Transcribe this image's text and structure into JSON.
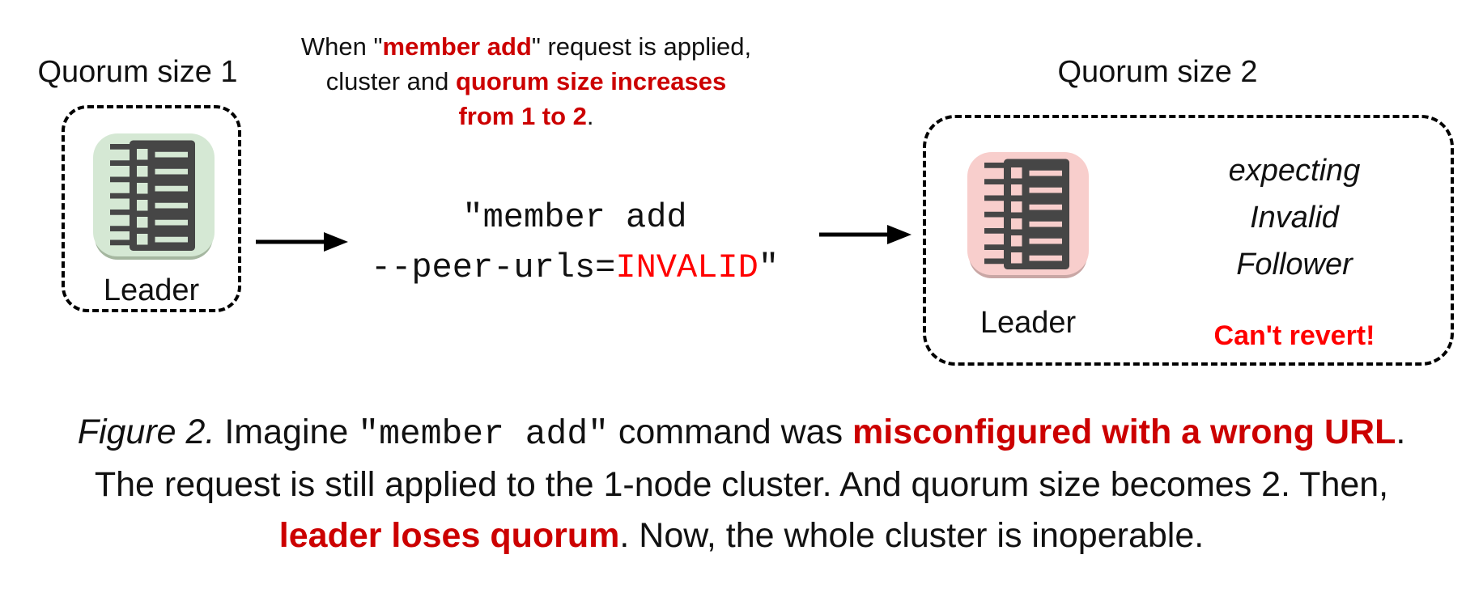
{
  "colors": {
    "dark_red": "#cc0000",
    "bright_red": "#ff0000",
    "node_green": "#d5e8d4",
    "node_pink": "#f8cecc",
    "icon_glyph_gray": "#464646",
    "text_black": "#111111"
  },
  "diagram": {
    "left_cluster": {
      "title": "Quorum size 1",
      "node_label": "Leader",
      "node_icon": "server-list-icon"
    },
    "note": {
      "line1": {
        "s1": "When \"",
        "s2": "member add",
        "s3": "\" request is applied,"
      },
      "line2": {
        "s1": "cluster and ",
        "s2": "quorum size increases"
      },
      "line3": {
        "s1": "from 1 to 2",
        "s2": "."
      }
    },
    "command": {
      "line1": "\"member add",
      "line2_prefix": "--peer-urls=",
      "line2_invalid": "INVALID",
      "line2_suffix": "\""
    },
    "right_cluster": {
      "title": "Quorum size 2",
      "node_label": "Leader",
      "expecting_line1": "expecting",
      "expecting_line2": "Invalid",
      "expecting_line3": "Follower",
      "warning": "Can't revert!"
    }
  },
  "caption": {
    "line1": {
      "s1": "Figure 2.",
      "s2": " Imagine ",
      "s3": "\"member add\"",
      "s4": " command was ",
      "s5": "misconfigured with a wrong URL",
      "s6": "."
    },
    "line2": {
      "s1": "The request is still applied to the 1-node cluster. And quorum size becomes 2. Then,"
    },
    "line3": {
      "s1": "leader loses quorum",
      "s2": ". Now, the whole cluster is inoperable."
    }
  }
}
